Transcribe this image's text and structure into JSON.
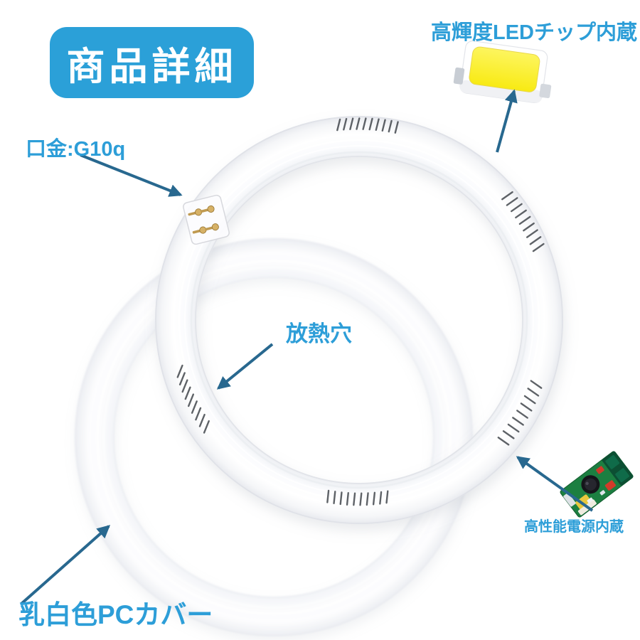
{
  "badge": {
    "label": "商品詳細",
    "bg_color": "#2ba0d8",
    "text_color": "#ffffff"
  },
  "labels": {
    "led_chip": "高輝度LEDチップ内蔵",
    "socket_base": "口金:G10q",
    "vent_holes": "放熱穴",
    "power_supply": "高性能電源内蔵",
    "pc_cover": "乳白色PCカバー"
  },
  "colors": {
    "label_blue": "#2d9ed8",
    "arrow_blue": "#28688f",
    "led_yellow": "#f8ea13",
    "pcb_green": "#1c7f41"
  }
}
